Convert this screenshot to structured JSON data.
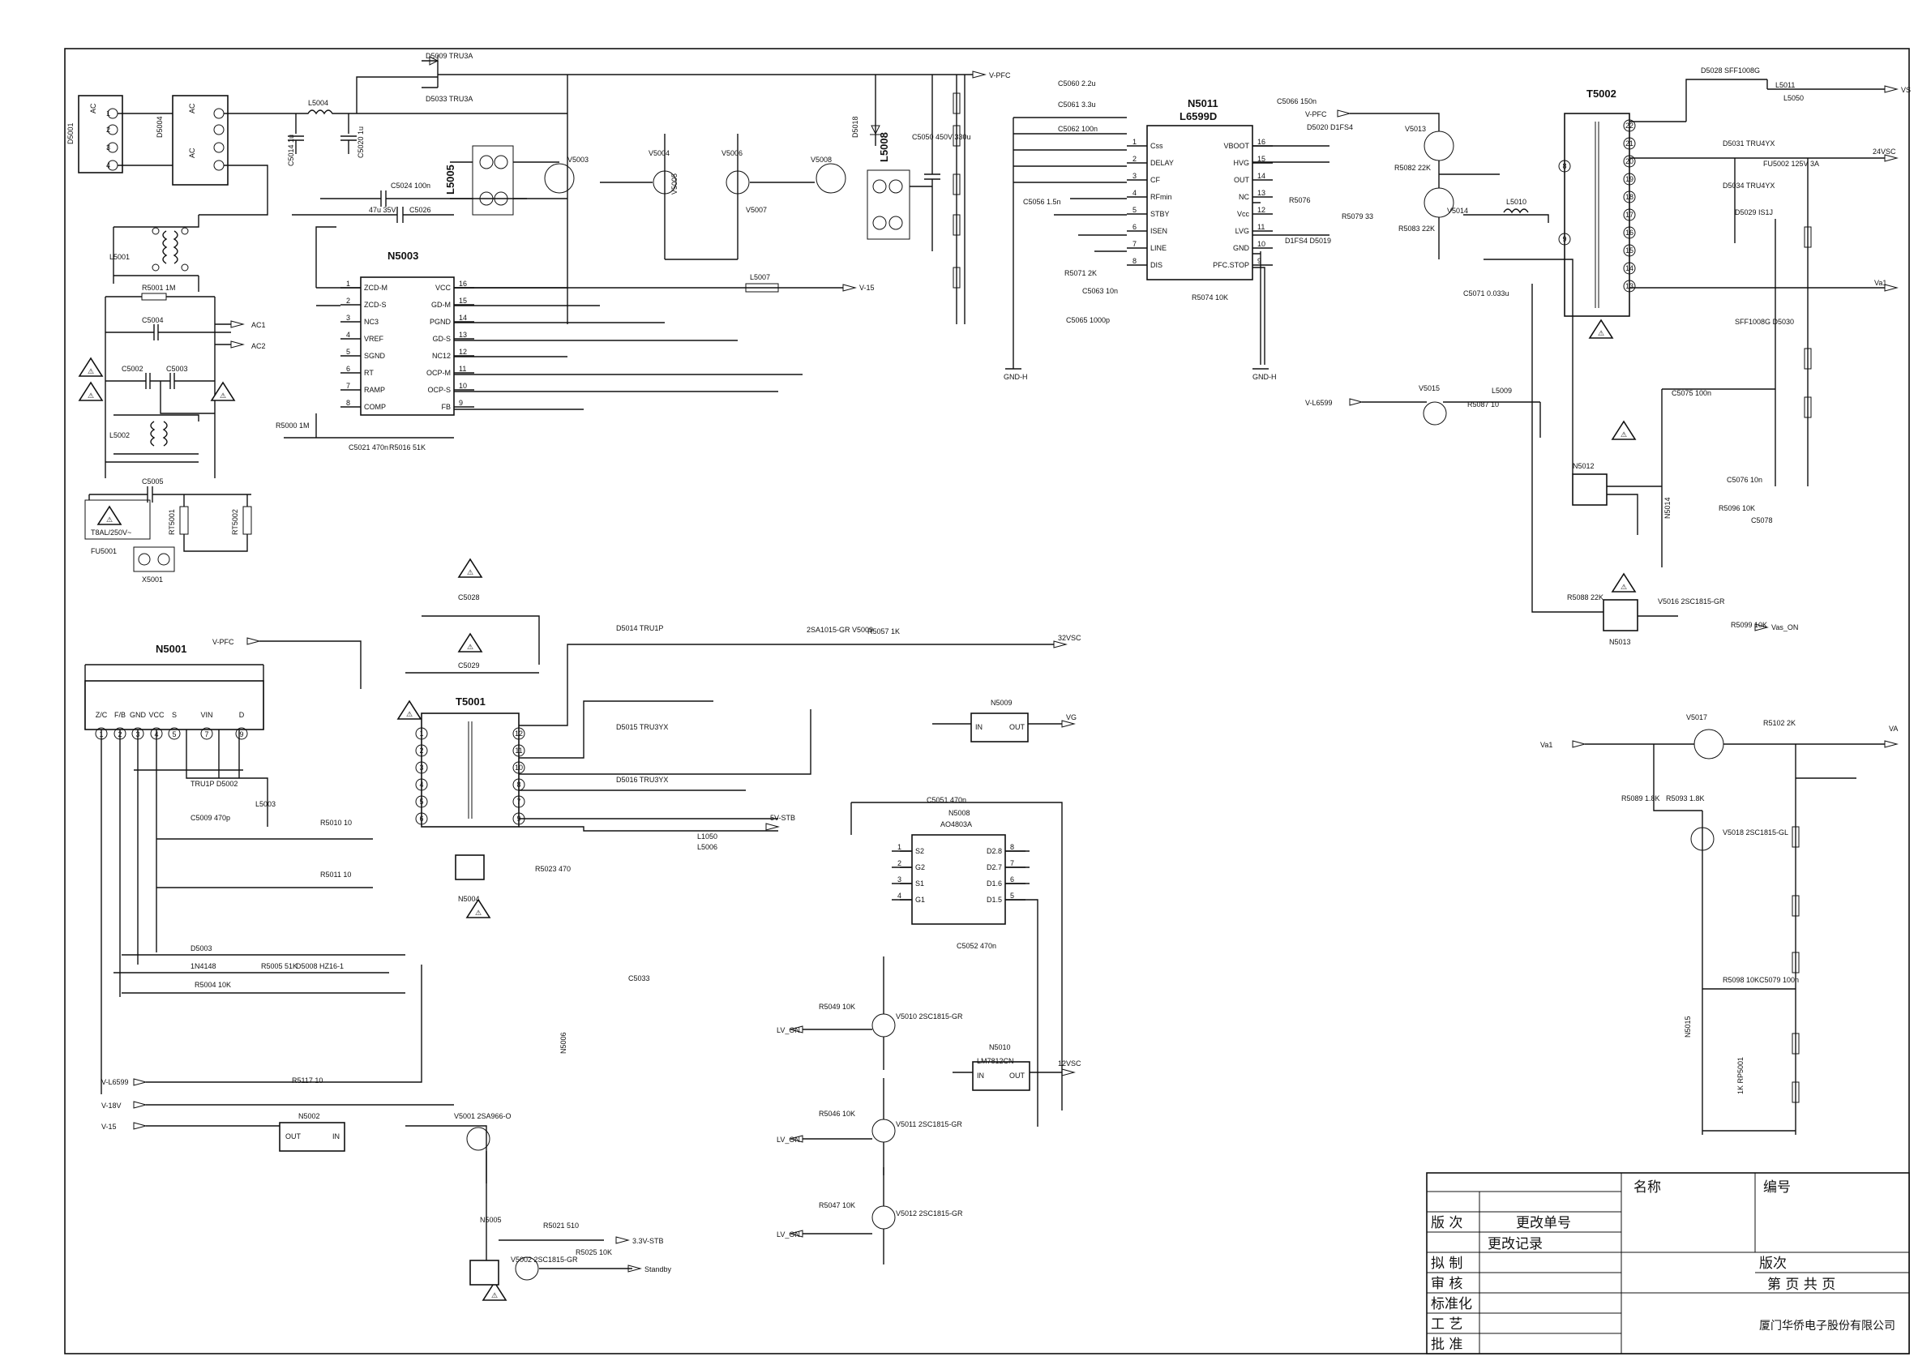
{
  "ics": {
    "n5011": {
      "name": "N5011",
      "part": "L6599D",
      "pins_left": [
        "Css",
        "DELAY",
        "CF",
        "RFmin",
        "STBY",
        "ISEN",
        "LINE",
        "DIS"
      ],
      "pins_left_no": [
        "1",
        "2",
        "3",
        "4",
        "5",
        "6",
        "7",
        "8"
      ],
      "pins_right": [
        "VBOOT",
        "HVG",
        "OUT",
        "NC",
        "Vcc",
        "LVG",
        "GND",
        "PFC.STOP"
      ],
      "pins_right_no": [
        "16",
        "15",
        "14",
        "13",
        "12",
        "11",
        "10",
        "9"
      ]
    },
    "n5003": {
      "name": "N5003",
      "pins_left": [
        "ZCD-M",
        "ZCD-S",
        "NC3",
        "VREF",
        "SGND",
        "RT",
        "RAMP",
        "COMP"
      ],
      "pins_left_no": [
        "1",
        "2",
        "3",
        "4",
        "5",
        "6",
        "7",
        "8"
      ],
      "pins_right": [
        "VCC",
        "GD-M",
        "PGND",
        "GD-S",
        "NC12",
        "OCP-M",
        "OCP-S",
        "FB"
      ],
      "pins_right_no": [
        "16",
        "15",
        "14",
        "13",
        "12",
        "11",
        "10",
        "9"
      ]
    },
    "n5001": {
      "name": "N5001",
      "pins": [
        "Z/C",
        "F/B",
        "GND",
        "VCC",
        "S",
        "VIN",
        "D"
      ],
      "pins_no": [
        "1",
        "2",
        "3",
        "4",
        "5",
        "7",
        "9"
      ]
    },
    "n5008": {
      "name": "N5008",
      "part": "AO4803A",
      "pins_left": [
        "S2",
        "G2",
        "S1",
        "G1"
      ],
      "pins_left_no": [
        "1",
        "2",
        "3",
        "4"
      ],
      "pins_right": [
        "D2.8",
        "D2.7",
        "D1.6",
        "D1.5"
      ],
      "pins_right_no": [
        "8",
        "7",
        "6",
        "5"
      ]
    },
    "n5009": {
      "name": "N5009",
      "in": "IN",
      "out": "OUT"
    },
    "n5010": {
      "name": "N5010",
      "part": "LM7812CN",
      "in": "IN",
      "out": "OUT"
    },
    "n5002": {
      "name": "N5002",
      "in": "IN",
      "out": "OUT"
    }
  },
  "transformers": {
    "t5002": {
      "name": "T5002",
      "pins_left": [
        "8",
        "9"
      ],
      "pins_right": [
        "22",
        "21",
        "20",
        "19",
        "18",
        "17",
        "16",
        "15",
        "14",
        "13"
      ]
    },
    "t5001": {
      "name": "T5001",
      "pins_left": [
        "1",
        "2",
        "3",
        "4",
        "5",
        "6"
      ],
      "pins_right": [
        "12",
        "11",
        "10",
        "8",
        "7",
        "9"
      ]
    }
  },
  "nets": {
    "vpfc_top": "V-PFC",
    "vpfc_mid": "V-PFC",
    "vpfc_n5001": "V-PFC",
    "v15_top": "V-15",
    "v15_bot": "V-15",
    "v18": "V-18V",
    "vl6599_a": "V-L6599",
    "vl6599_b": "V-L6599",
    "vs": "VS",
    "v24": "24VSC",
    "va1_out": "Va1",
    "va1_in": "Va1",
    "va_out": "VA",
    "v32": "32VSC",
    "vg": "VG",
    "v5stb": "5V-STB",
    "v12": "12VSC",
    "v33stb": "3.3V-STB",
    "standby": "Standby",
    "ac1": "AC1",
    "ac2": "AC2",
    "gnd_h1": "GND-H",
    "gnd_h2": "GND-H",
    "vasON": "Vas_ON",
    "lvon1": "LV_ON",
    "lvon2": "LV_ON",
    "lvon3": "LV_ON",
    "vstb": "5V-STB"
  },
  "parts": {
    "d5001": "D5001",
    "d5004": "D5004",
    "l5001": "L5001",
    "l5002": "L5002",
    "r5001": "R5001\n1M",
    "c5004": "C5004",
    "c5002": "C5002",
    "c5003": "C5003",
    "c5005": "C5005",
    "fuse": "T8AL/250V~",
    "fu": "FU5001",
    "x5001": "X5001",
    "rt1": "RT5001",
    "rt2": "RT5002",
    "l5004": "L5004",
    "c5014": "C5014\n1u",
    "c5020": "C5020\n1u",
    "d5009": "D5009\nTRU3A",
    "d5033": "D5033\nTRU3A",
    "l5005": "L5005",
    "l5008": "L5008",
    "v5003": "V5003",
    "v5008": "V5008",
    "v5004": "V5004",
    "v5005": "V5005",
    "v5006": "V5006",
    "v5007": "V5007",
    "c5024": "C5024\n100n",
    "c5026": "C5026",
    "c5026v": "47u 35V",
    "c5050": "C5050\n450V\n330u",
    "d5018": "D5018",
    "l5007": "L5007",
    "c5060": "C5060\n2.2u",
    "c5061": "C5061\n3.3u",
    "c5062": "C5062\n100n",
    "c5056": "C5056\n1.5n",
    "c5063": "C5063\n10n",
    "c5065": "C5065\n1000p",
    "r5071": "R5071\n2K",
    "r5074": "R5074\n10K",
    "c5066": "C5066\n150n",
    "d5020": "D5020\nD1FS4",
    "d5019": "D1FS4\nD5019",
    "r5076": "R5076",
    "r5079": "R5079\n33",
    "r5082": "R5082\n22K",
    "r5083": "R5083\n22K",
    "v5013": "V5013",
    "v5014": "V5014",
    "l5010": "L5010",
    "c5071": "C5071\n0.033u",
    "v5015": "V5015",
    "r5087": "R5087\n10",
    "l5009": "L5009",
    "vl": "V-L6599",
    "n5012": "N5012",
    "n5013": "N5013",
    "v5016": "V5016\n2SC1815-GR",
    "r5088": "R5088\n22K",
    "r5099": "R5099\n10K",
    "d5028": "D5028\nSFF1008G",
    "l5011": "L5011",
    "l5050": "L5050",
    "d5031": "D5031\nTRU4YX",
    "fu5002": "FU5002\n125V 3A",
    "d5034": "D5034\nTRU4YX",
    "d5029": "D5029\nIS1J",
    "d5030": "SFF1008G\nD5030",
    "c5075": "C5075\n100n",
    "c5076": "C5076\n10n",
    "c5078": "C5078",
    "r5096": "R5096\n10K",
    "n5014": "N5014",
    "d5014": "D5014\nTRU1P",
    "d5015": "D5015\nTRU3YX",
    "d5016": "D5016\nTRU3YX",
    "c5028": "C5028",
    "c5029": "C5029",
    "v5009": "2SA1015-GR\nV5009",
    "r5057": "R5057\n1K",
    "c5051": "C5051\n470n",
    "c5052": "C5052\n470n",
    "v5010": "V5010\n2SC1815-GR",
    "v5011": "V5011\n2SC1815-GR",
    "v5012": "V5012\n2SC1815-GR",
    "r5049": "R5049\n10K",
    "r5046": "R5046\n10K",
    "r5047": "R5047\n10K",
    "v5001": "V5001\n2SA966-O",
    "r5117": "R5117\n10",
    "n5005": "N5005",
    "v5002": "V5002\n2SC1815-GR",
    "r5021": "R5021\n510",
    "r5025": "R5025\n10K",
    "n5004": "N5004",
    "n5006": "N5006",
    "d5002": "TRU1P\nD5002",
    "c5009": "C5009\n470p",
    "l5003": "L5003",
    "r5010": "R5010\n10",
    "r5011": "R5011\n10",
    "d5003": "D5003",
    "d1n": "1N4148",
    "r5004": "R5004\n10K",
    "r5005": "R5005\n51K",
    "d5008": "D5008\nHZ16-1",
    "l5006": "L5006",
    "l1050": "L1050",
    "r5023": "R5023\n470",
    "c5033": "C5033",
    "v5017": "V5017",
    "r5102": "R5102\n2K",
    "r5089": "R5089\n1.8K",
    "r5093": "R5093\n1.8K",
    "v5018": "V5018\n2SC1815-GL",
    "n5015": "N5015",
    "r5098": "R5098\n10K",
    "c5079": "C5079\n100n",
    "rp5001": "1K\nRP5001",
    "r5000": "R5000\n1M",
    "r5016": "R5016\n51K",
    "c5021": "C5021\n470n"
  },
  "title_block": {
    "name_label": "名称",
    "number_label": "编号",
    "rev": "版   次",
    "change_no": "更改单号",
    "change_log": "更改记录",
    "draft": "拟   制",
    "review": "审   核",
    "standard": "标准化",
    "process": "工   艺",
    "approve": "批   准",
    "version": "版次",
    "page": "第     页 共     页",
    "company": "厦门华侨电子股份有限公司"
  },
  "warnings": [
    "⚠"
  ]
}
